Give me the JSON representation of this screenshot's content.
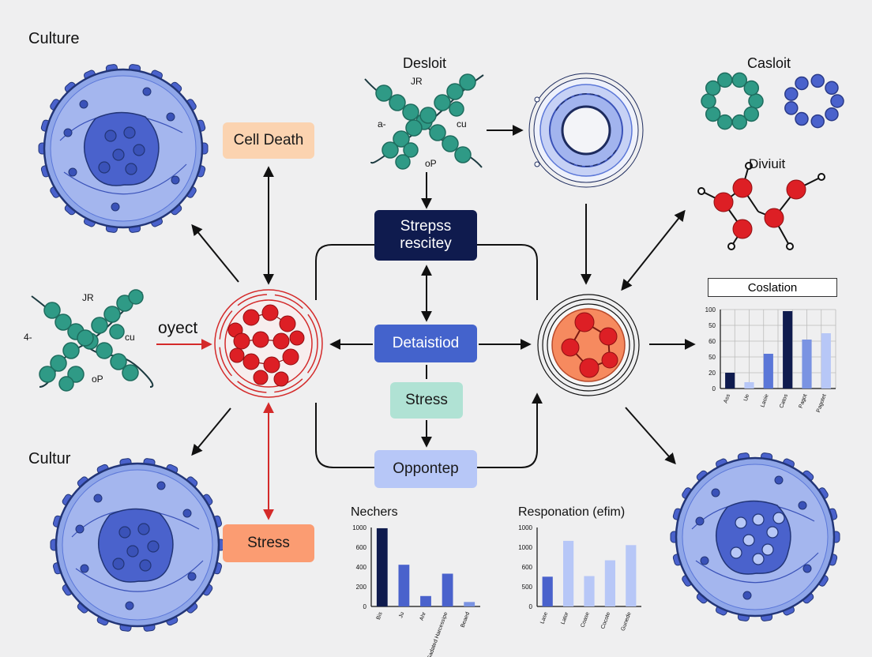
{
  "labels": {
    "culture_top": "Culture",
    "culture_bottom": "Cultur",
    "desloit": "Desloit",
    "casloit": "Casloit",
    "diviuit": "Diviuit",
    "oyect": "oyect",
    "mol_left": {
      "jr": "JR",
      "a": "4-",
      "cu": "cu",
      "op": "oP"
    },
    "mol_top": {
      "jr": "JR",
      "a": "a-",
      "cu": "cu",
      "op": "oP"
    }
  },
  "boxes": {
    "cell_death": "Cell Death",
    "stress_rescitey_line1": "Strepss",
    "stress_rescitey_line2": "rescitey",
    "detaistiod": "Detaistiod",
    "stress_mid": "Stress",
    "oppontep": "Oppontep",
    "stress_bottom": "Stress"
  },
  "colors": {
    "cell_blue": "#8fa6e8",
    "nucleus_blue": "#4a62cc",
    "molecule_green": "#2f9a86",
    "atom_red": "#dd1f25",
    "arrow_black": "#111111",
    "arrow_red": "#d42a2a",
    "box_orange_light": "#fbd3b0",
    "box_orange": "#fb9c72",
    "box_navy": "#0f1b4e",
    "box_blue": "#4463cc",
    "box_mint": "#b0e2d4",
    "box_lavender": "#b7c7f7"
  },
  "chart_data": [
    {
      "type": "bar",
      "title": "Coslation",
      "yticks": [
        "100",
        "50",
        "60",
        "50",
        "20",
        "0"
      ],
      "categories": [
        "Ass",
        "Ue",
        "Laoie",
        "Catos",
        "Pagot",
        "Pagotet"
      ],
      "values": [
        20,
        8,
        44,
        98,
        62,
        70
      ],
      "ylim": [
        0,
        100
      ],
      "colors": [
        "#0f1b4e",
        "#b7c7f7",
        "#5b77d8",
        "#0f1b4e",
        "#7a93e2",
        "#b7c7f7"
      ]
    },
    {
      "type": "bar",
      "title": "Nechers",
      "yticks": [
        "1000",
        "600",
        "400",
        "200",
        "0"
      ],
      "categories": [
        "Bis",
        "Ju",
        "Ahr",
        "Gadated Harcessipe",
        "Beaed"
      ],
      "values": [
        1050,
        560,
        140,
        440,
        60
      ],
      "ylim": [
        0,
        1060
      ],
      "colors": [
        "#0f1b4e",
        "#4a62cc",
        "#4a62cc",
        "#4a62cc",
        "#7a93e2"
      ]
    },
    {
      "type": "bar",
      "title": "Responation (efim)",
      "yticks": [
        "1000",
        "1000",
        "600",
        "500",
        "0"
      ],
      "categories": [
        "Lase",
        "Lator",
        "Coase",
        "Cocote",
        "Gunede"
      ],
      "values": [
        490,
        1080,
        500,
        760,
        1010
      ],
      "ylim": [
        0,
        1300
      ],
      "colors": [
        "#4a62cc",
        "#b7c7f7",
        "#b7c7f7",
        "#b7c7f7",
        "#b7c7f7"
      ]
    }
  ]
}
